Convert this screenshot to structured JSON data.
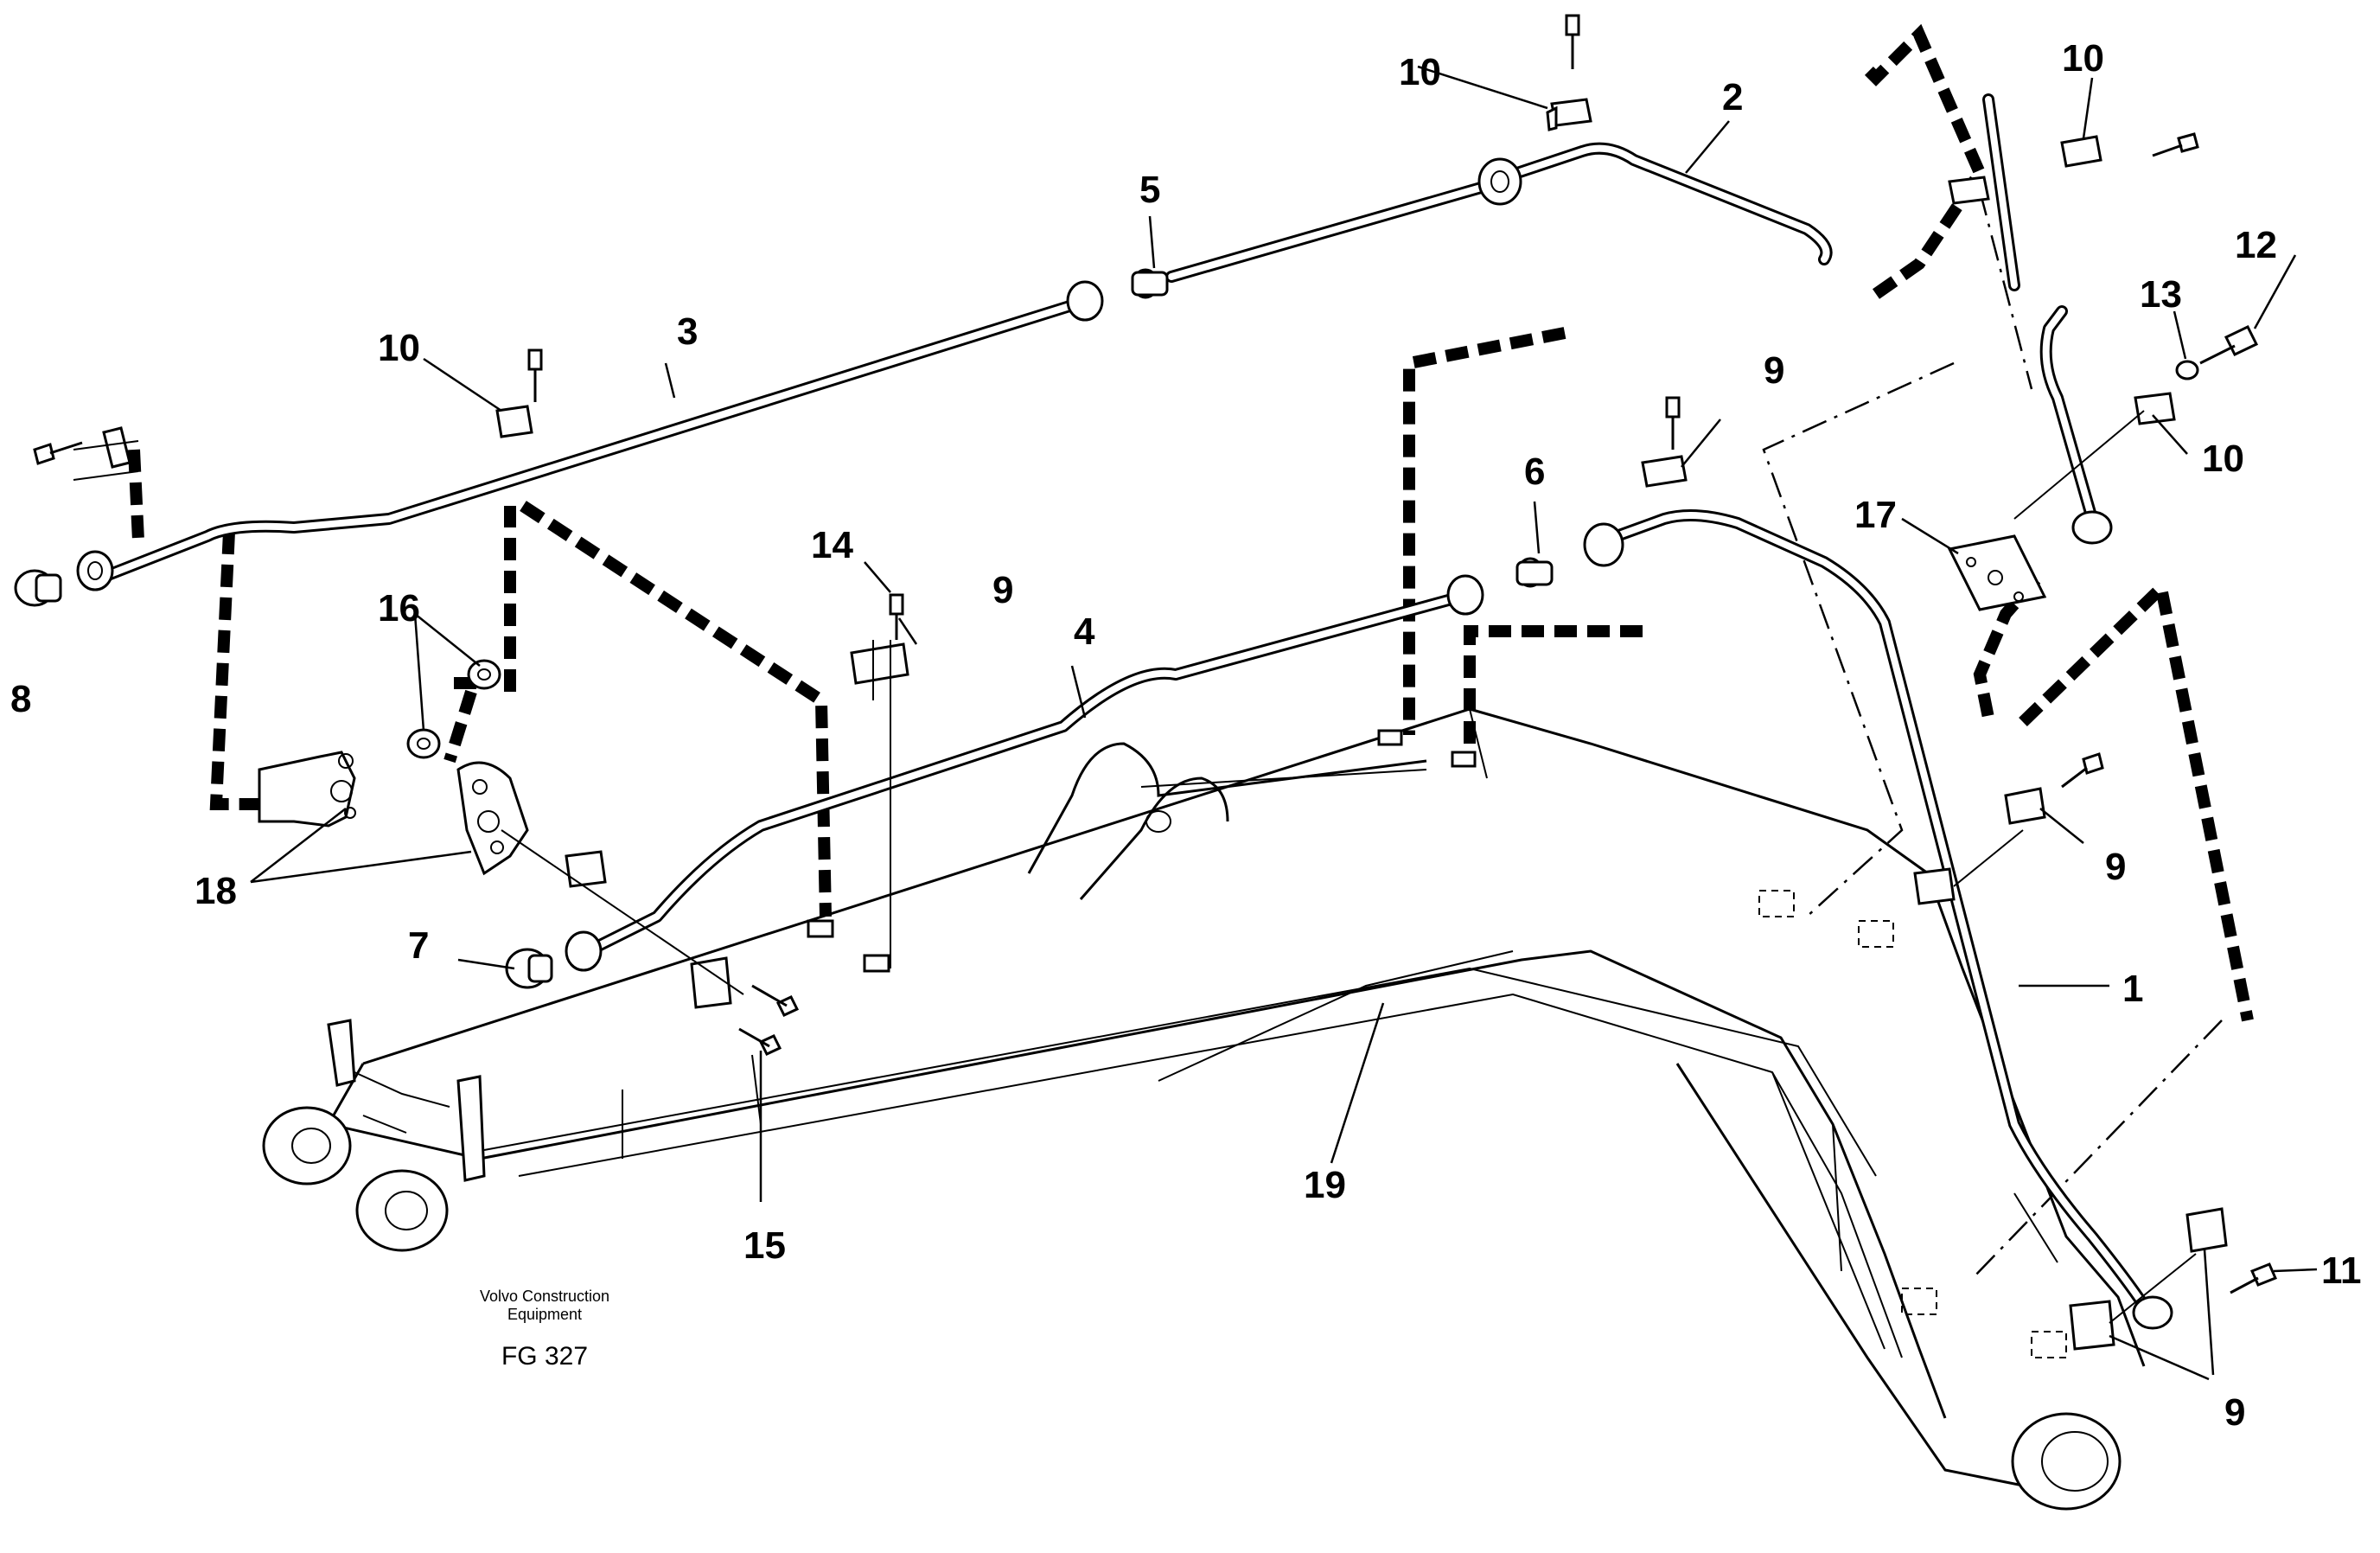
{
  "caption": {
    "company_line1": "Volvo Construction",
    "company_line2": "Equipment",
    "figure_code": "FG 327"
  },
  "callouts": {
    "c1": "1",
    "c2": "2",
    "c3": "3",
    "c4": "4",
    "c5": "5",
    "c6": "6",
    "c7": "7",
    "c8": "8",
    "c9a": "9",
    "c9b": "9",
    "c9c": "9",
    "c9d": "9",
    "c10a": "10",
    "c10b": "10",
    "c10c": "10",
    "c10d": "10",
    "c11": "11",
    "c12": "12",
    "c13": "13",
    "c14": "14",
    "c15": "15",
    "c16": "16",
    "c17": "17",
    "c18": "18",
    "c19": "19"
  }
}
